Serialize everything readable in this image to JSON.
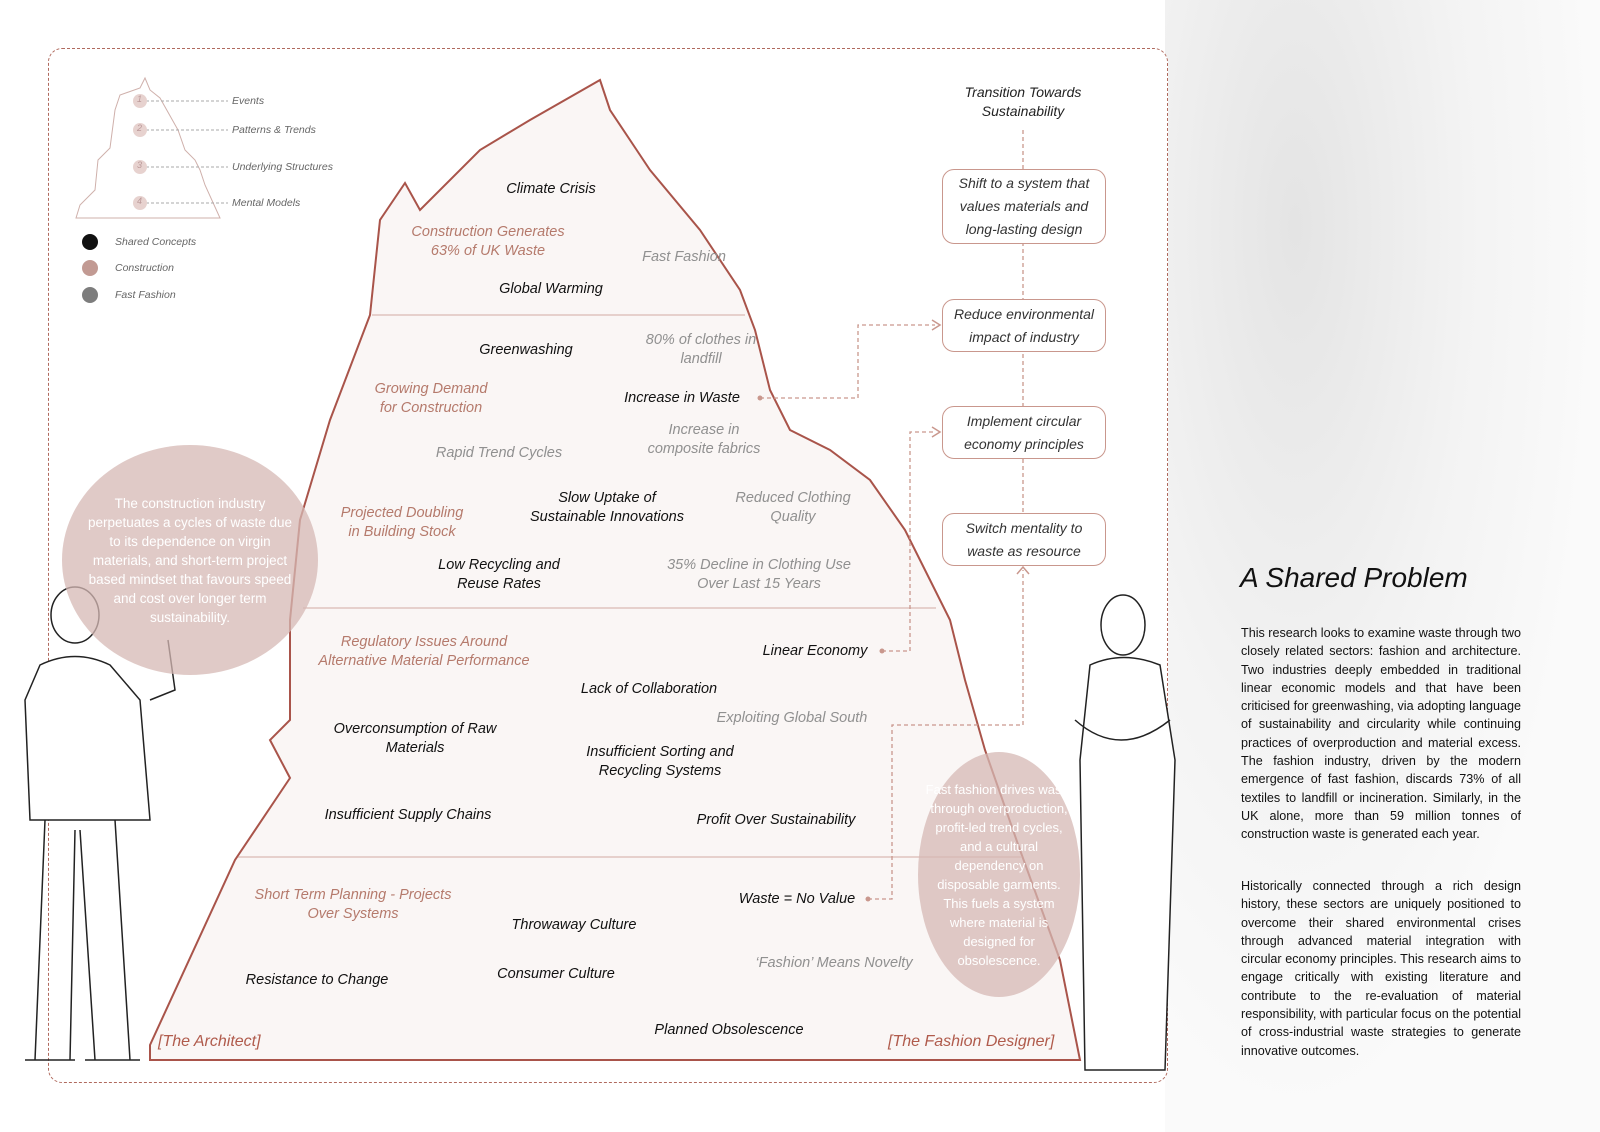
{
  "legend": {
    "levels": [
      {
        "num": "1",
        "label": "Events"
      },
      {
        "num": "2",
        "label": "Patterns & Trends"
      },
      {
        "num": "3",
        "label": "Underlying Structures"
      },
      {
        "num": "4",
        "label": "Mental Models"
      }
    ],
    "categories": [
      {
        "label": "Shared Concepts",
        "color": "#111111"
      },
      {
        "label": "Construction",
        "color": "#c29a93"
      },
      {
        "label": "Fast Fashion",
        "color": "#7d7d7d"
      }
    ]
  },
  "iceberg": {
    "events": {
      "shared": [
        "Climate Crisis",
        "Global Warming"
      ],
      "construction": [
        "Construction Generates",
        "63% of UK Waste"
      ],
      "fashion": [
        "Fast Fashion"
      ]
    },
    "patterns": {
      "shared": [
        "Greenwashing",
        "Increase in Waste",
        "Slow Uptake of",
        "Sustainable Innovations",
        "Low Recycling and",
        "Reuse Rates"
      ],
      "construction": [
        "Growing Demand",
        "for Construction",
        "Projected Doubling",
        "in Building Stock"
      ],
      "fashion": [
        "80% of clothes in",
        "landfill",
        "Rapid Trend Cycles",
        "Increase in",
        "composite fabrics",
        "Reduced Clothing",
        "Quality",
        "35% Decline in Clothing Use",
        "Over Last 15 Years"
      ]
    },
    "structures": {
      "shared": [
        "Linear Economy",
        "Lack of Collaboration",
        "Overconsumption of Raw",
        "Materials",
        "Insufficient Sorting and",
        "Recycling Systems",
        "Insufficient Supply Chains",
        "Profit Over Sustainability"
      ],
      "construction": [
        "Regulatory Issues Around",
        "Alternative Material Performance"
      ],
      "fashion": [
        "Exploiting Global South"
      ]
    },
    "models": {
      "shared": [
        "Waste = No Value",
        "Throwaway Culture",
        "Resistance to Change",
        "Consumer Culture",
        "Planned Obsolescence"
      ],
      "construction": [
        "Short Term Planning - Projects",
        "Over Systems"
      ],
      "fashion": [
        "‘Fashion’ Means Novelty"
      ]
    }
  },
  "transition": {
    "title": [
      "Transition Towards",
      "Sustainability"
    ],
    "steps": [
      [
        "Shift to a system that",
        "values materials and",
        "long-lasting design"
      ],
      [
        "Reduce environmental",
        "impact of industry"
      ],
      [
        "Implement circular",
        "economy principles"
      ],
      [
        "Switch mentality to",
        "waste as resource"
      ]
    ]
  },
  "bubbles": {
    "architect": "The construction industry perpetuates a cycles of waste due to its dependence on virgin materials, and short-term project based mindset that favours speed and cost over longer term sustainability.",
    "fashion": "Fast fashion drives waste through overproduction, profit-led trend cycles, and a cultural dependency on disposable garments. This fuels a system where material is designed for obsolescence."
  },
  "roles": {
    "architect": "[The Architect]",
    "designer": "[The Fashion Designer]"
  },
  "article": {
    "title": "A Shared Problem",
    "paragraphs": [
      "This research looks to examine waste through two closely related sectors: fashion and architecture. Two industries deeply embedded in traditional linear economic models and that have been criticised for greenwashing, via adopting language of sustainability and circularity while continuing practices of overproduction and material excess. The fashion industry, driven by the modern emergence of fast fashion, discards 73% of all textiles to landfill or incineration. Similarly, in the UK alone, more than 59 million tonnes of construction waste is generated each year.",
      "Historically connected through a rich design history, these sectors are uniquely positioned to overcome their shared environmental crises through advanced material integration with circular economy principles. This research aims to engage critically with existing literature and contribute to the re-evaluation of material responsibility, with particular focus on the potential of cross-industrial waste strategies to generate innovative outcomes."
    ]
  }
}
